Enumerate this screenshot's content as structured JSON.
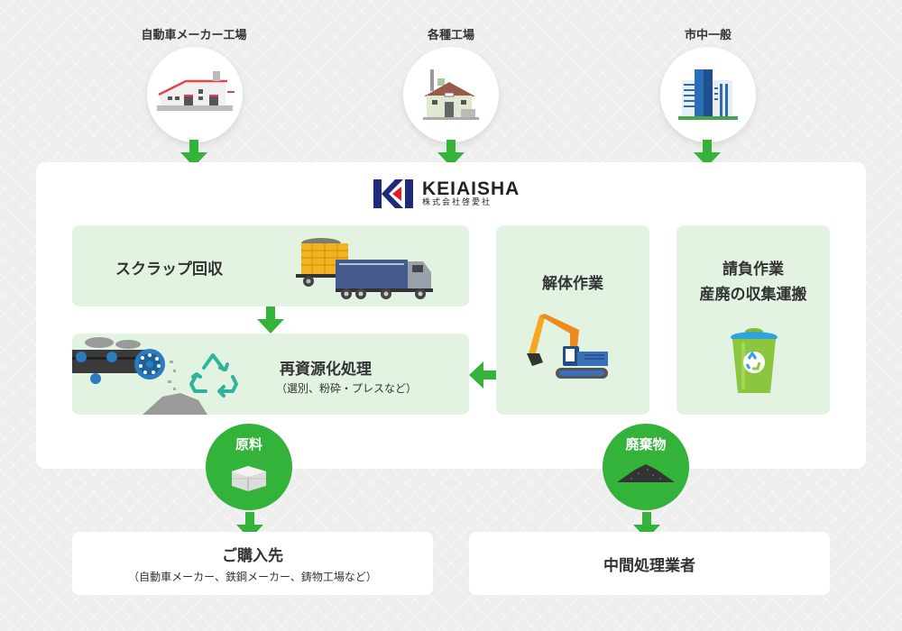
{
  "sources": [
    {
      "label": "自動車メーカー工場",
      "icon": "car-factory-icon"
    },
    {
      "label": "各種工場",
      "icon": "factory-icon"
    },
    {
      "label": "市中一般",
      "icon": "office-building-icon"
    }
  ],
  "logo": {
    "mark": "K I",
    "name": "KEIAISHA",
    "subtitle": "株式会社啓愛社"
  },
  "processes": {
    "scrap": {
      "title": "スクラップ回収",
      "icon": "dump-truck-icon"
    },
    "recycle": {
      "title": "再資源化処理",
      "subtitle": "（選別、粉砕・プレスなど）",
      "icon": "recycle-icon"
    },
    "demolition": {
      "title": "解体作業",
      "icon": "excavator-icon"
    },
    "contract": {
      "title_line1": "請負作業",
      "title_line2": "産廃の収集運搬",
      "icon": "recycling-bin-icon"
    }
  },
  "outputs": {
    "raw_material": {
      "badge": "原料",
      "title": "ご購入先",
      "subtitle": "（自動車メーカー、鉄鋼メーカー、鋳物工場など）"
    },
    "waste": {
      "badge": "廃棄物",
      "title": "中間処理業者"
    }
  },
  "colors": {
    "arrow_green": "#33b33a",
    "box_green": "#e2f3e2",
    "logo_navy": "#1f2a7a",
    "logo_red": "#e02020"
  }
}
